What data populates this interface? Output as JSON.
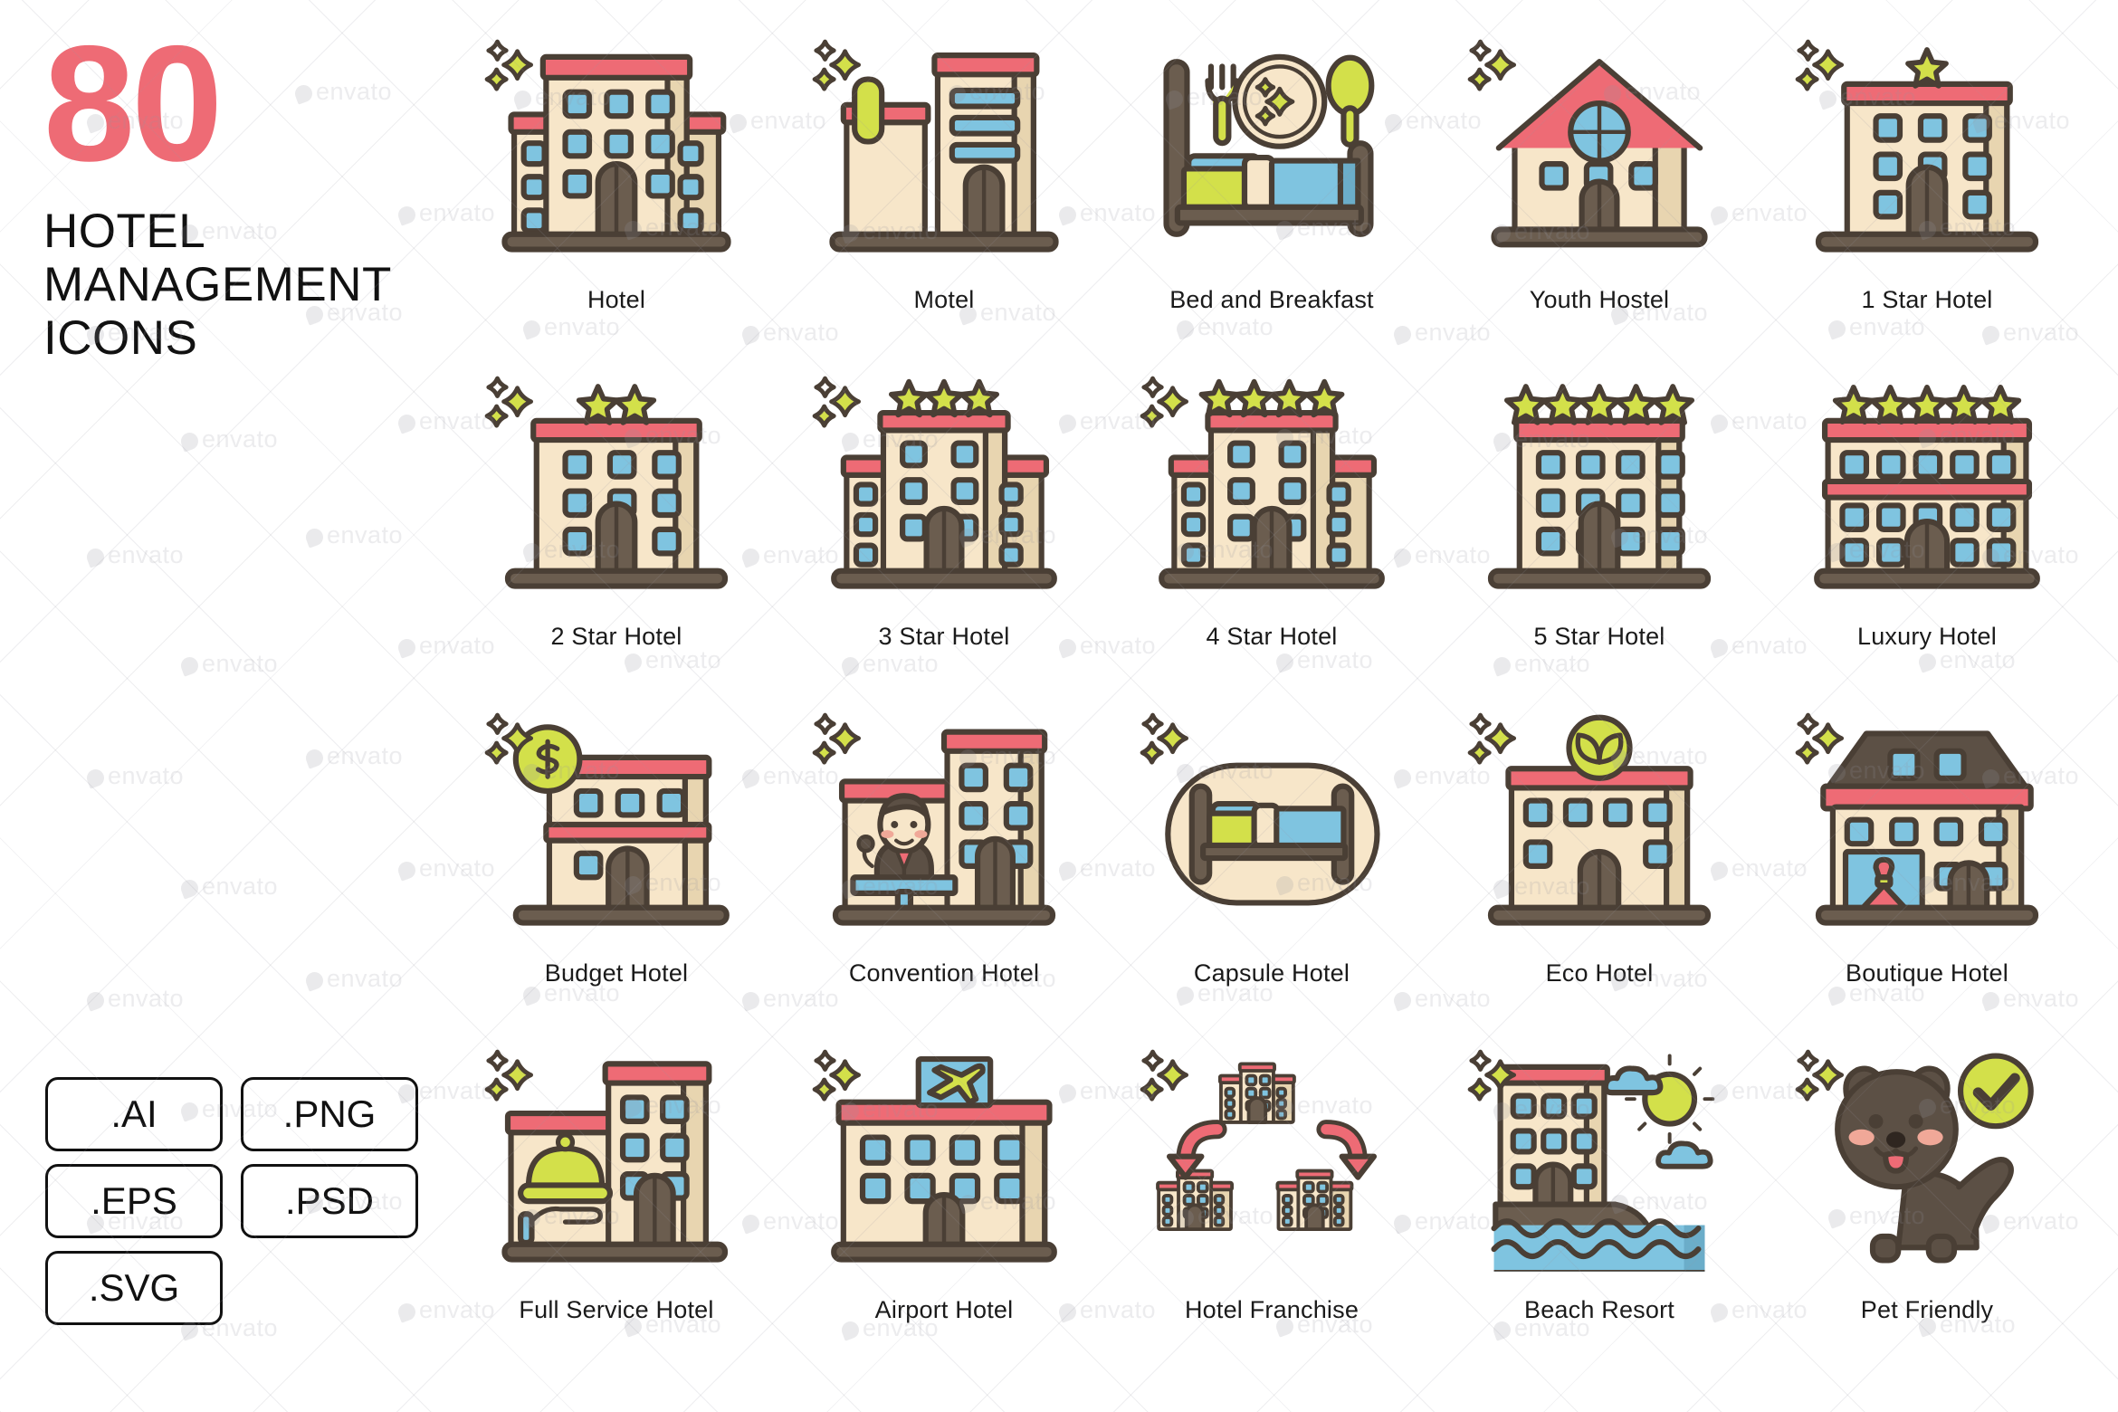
{
  "header": {
    "count": "80",
    "title_lines": [
      "HOTEL",
      "MANAGEMENT",
      "ICONS"
    ],
    "accent_color": "#EE6B75"
  },
  "formats": [
    {
      "label": ".AI"
    },
    {
      "label": ".PNG"
    },
    {
      "label": ".EPS"
    },
    {
      "label": ".PSD"
    },
    {
      "label": ".SVG"
    }
  ],
  "palette": {
    "outline": "#4A3F35",
    "cream": "#F7E6C9",
    "cream_shadow": "#E8D5B0",
    "coral": "#EE6B75",
    "blue": "#7FC4E0",
    "blue_shadow": "#6BADC9",
    "lime": "#D3E04A",
    "brown": "#6B5D4F",
    "brown_dark": "#5C5045",
    "pink": "#F0A898",
    "white": "#FFFFFF"
  },
  "watermark": {
    "text": "envato"
  },
  "icons": [
    {
      "id": "hotel",
      "label": "Hotel",
      "kind": "building-wings",
      "sparkle": true,
      "stars": 0
    },
    {
      "id": "motel",
      "label": "Motel",
      "kind": "motel",
      "sparkle": true,
      "stars": 0
    },
    {
      "id": "bed-breakfast",
      "label": "Bed and Breakfast",
      "kind": "bed-breakfast",
      "sparkle": false,
      "stars": 0
    },
    {
      "id": "youth-hostel",
      "label": "Youth Hostel",
      "kind": "house",
      "sparkle": true,
      "stars": 0
    },
    {
      "id": "star-1",
      "label": "1 Star Hotel",
      "kind": "star-block",
      "sparkle": true,
      "stars": 1
    },
    {
      "id": "star-2",
      "label": "2 Star Hotel",
      "kind": "star-block",
      "sparkle": true,
      "stars": 2
    },
    {
      "id": "star-3",
      "label": "3 Star Hotel",
      "kind": "star-wings",
      "sparkle": true,
      "stars": 3
    },
    {
      "id": "star-4",
      "label": "4 Star Hotel",
      "kind": "star-wings",
      "sparkle": true,
      "stars": 4
    },
    {
      "id": "star-5",
      "label": "5 Star Hotel",
      "kind": "star-block",
      "sparkle": false,
      "stars": 5
    },
    {
      "id": "luxury",
      "label": "Luxury Hotel",
      "kind": "luxury",
      "sparkle": false,
      "stars": 5
    },
    {
      "id": "budget",
      "label": "Budget Hotel",
      "kind": "budget",
      "sparkle": true,
      "stars": 0
    },
    {
      "id": "convention",
      "label": "Convention Hotel",
      "kind": "convention",
      "sparkle": true,
      "stars": 0
    },
    {
      "id": "capsule",
      "label": "Capsule Hotel",
      "kind": "capsule",
      "sparkle": true,
      "stars": 0
    },
    {
      "id": "eco",
      "label": "Eco Hotel",
      "kind": "eco",
      "sparkle": true,
      "stars": 0
    },
    {
      "id": "boutique",
      "label": "Boutique Hotel",
      "kind": "boutique",
      "sparkle": true,
      "stars": 0
    },
    {
      "id": "full-service",
      "label": "Full Service Hotel",
      "kind": "full-service",
      "sparkle": true,
      "stars": 0
    },
    {
      "id": "airport",
      "label": "Airport Hotel",
      "kind": "airport",
      "sparkle": true,
      "stars": 0
    },
    {
      "id": "franchise",
      "label": "Hotel Franchise",
      "kind": "franchise",
      "sparkle": true,
      "stars": 0
    },
    {
      "id": "beach-resort",
      "label": "Beach Resort",
      "kind": "beach",
      "sparkle": true,
      "stars": 0
    },
    {
      "id": "pet-friendly",
      "label": "Pet Friendly",
      "kind": "pet",
      "sparkle": true,
      "stars": 0
    }
  ]
}
